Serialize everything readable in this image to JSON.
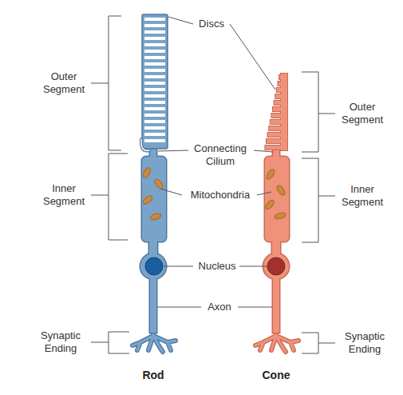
{
  "diagram": {
    "labels": [
      "Discs",
      "Outer Segment",
      "Connecting Cilium",
      "Inner Segment",
      "Mitochondria",
      "Nucleus",
      "Axon",
      "Synaptic Ending",
      "Rod",
      "Cone",
      "Outer Segment",
      "Inner Segment",
      "Synaptic Ending"
    ]
  }
}
